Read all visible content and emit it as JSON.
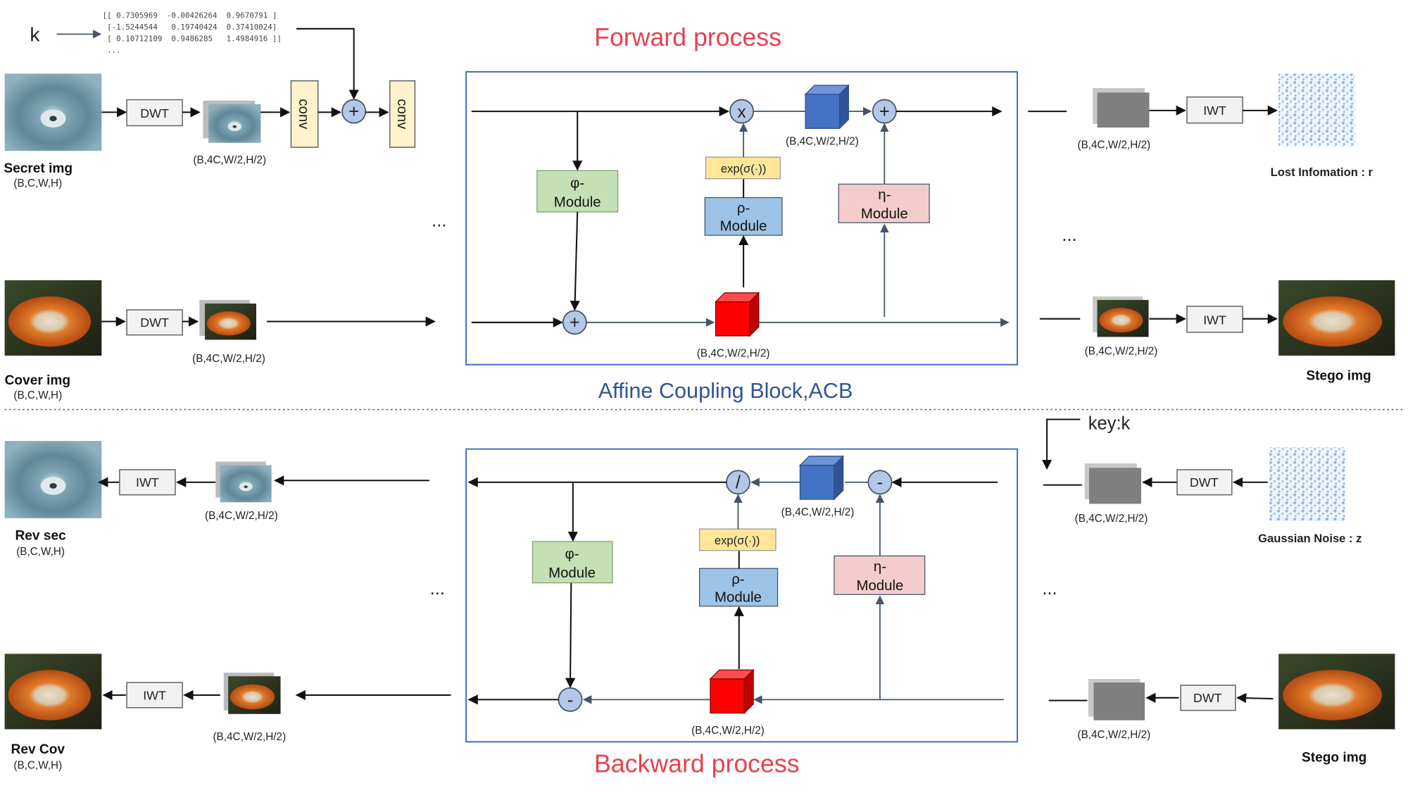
{
  "titles": {
    "forward": "Forward process",
    "backward": "Backward process",
    "acb": "Affine Coupling Block,ACB"
  },
  "key": {
    "k": "k",
    "key_label": "key:k",
    "matrix": [
      "[[ 0.7305969  -0.00426264  0.9670791 ]",
      " [-1.5244544   0.19740424  0.37410024]",
      " [ 0.10712109  0.9486285   1.4984916 ]]",
      " ..."
    ]
  },
  "ops": {
    "dwt": "DWT",
    "iwt": "IWT",
    "conv": "conv",
    "plus": "+",
    "times": "x",
    "divide": "/",
    "minus": "-",
    "exp": "exp(σ(·))",
    "ellipsis": "..."
  },
  "modules": {
    "phi": [
      "φ-",
      "Module"
    ],
    "rho": [
      "ρ-",
      "Module"
    ],
    "eta": [
      "η-",
      "Module"
    ]
  },
  "shapes": {
    "full": "(B,C,W,H)",
    "sub": "(B,4C,W/2,H/2)"
  },
  "labels": {
    "secret": "Secret img",
    "cover": "Cover img",
    "lost": "Lost Infomation : r",
    "stego": "Stego img",
    "rev_sec": "Rev sec",
    "rev_cov": "Rev Cov",
    "noise": "Gaussian Noise : z"
  },
  "colors": {
    "forward_title": "#e8414f",
    "acb_border": "#4472c4",
    "phi": "#c5e0b4",
    "rho": "#9dc3e6",
    "eta": "#f4cccc",
    "exp": "#ffe699",
    "conv": "#fff2cc",
    "cube_blue": "#4472c4",
    "cube_red": "#ff0000"
  }
}
